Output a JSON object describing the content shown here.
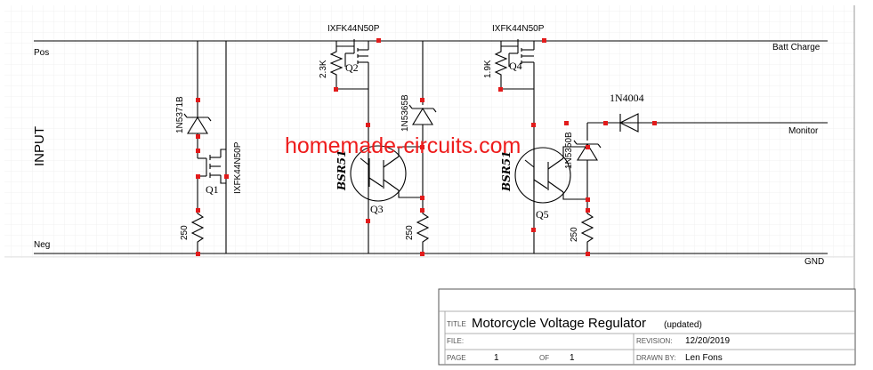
{
  "rails": {
    "pos_label": "Pos",
    "neg_label": "Neg",
    "batt_charge_label": "Batt Charge",
    "monitor_label": "Monitor",
    "gnd_label": "GND",
    "input_label": "INPUT"
  },
  "components": {
    "d1_label": "1N5371B",
    "q1_part": "IXFK44N50P",
    "q1_label": "Q1",
    "r1_label": "250",
    "q2_part": "IXFK44N50P",
    "q2_label": "Q2",
    "r2_label": "2.3K",
    "d2_label": "1N5365B",
    "q3_part": "BSR51",
    "q3_label": "Q3",
    "r3_label": "250",
    "q4_part": "IXFK44N50P",
    "q4_label": "Q4",
    "r4_label": "1.9K",
    "q5_part": "BSR51",
    "q5_label": "Q5",
    "d3_label": "1N5350B",
    "d4_label": "1N4004",
    "r5_label": "250"
  },
  "watermark": "homemade-circuits.com",
  "title_block": {
    "title_key": "TITLE",
    "title_value": "Motorcycle Voltage Regulator",
    "title_note": "(updated)",
    "file_key": "FILE:",
    "file_value": "",
    "revision_key": "REVISION:",
    "revision_value": "12/20/2019",
    "page_key": "PAGE",
    "page_value": "1",
    "of_key": "OF",
    "of_value": "1",
    "drawn_by_key": "DRAWN BY:",
    "drawn_by_value": "Len Fons"
  },
  "colors": {
    "wire": "#000000",
    "junction": "#e21b1b",
    "watermark": "#ee1c1c",
    "grid": "#e8e8e8"
  }
}
